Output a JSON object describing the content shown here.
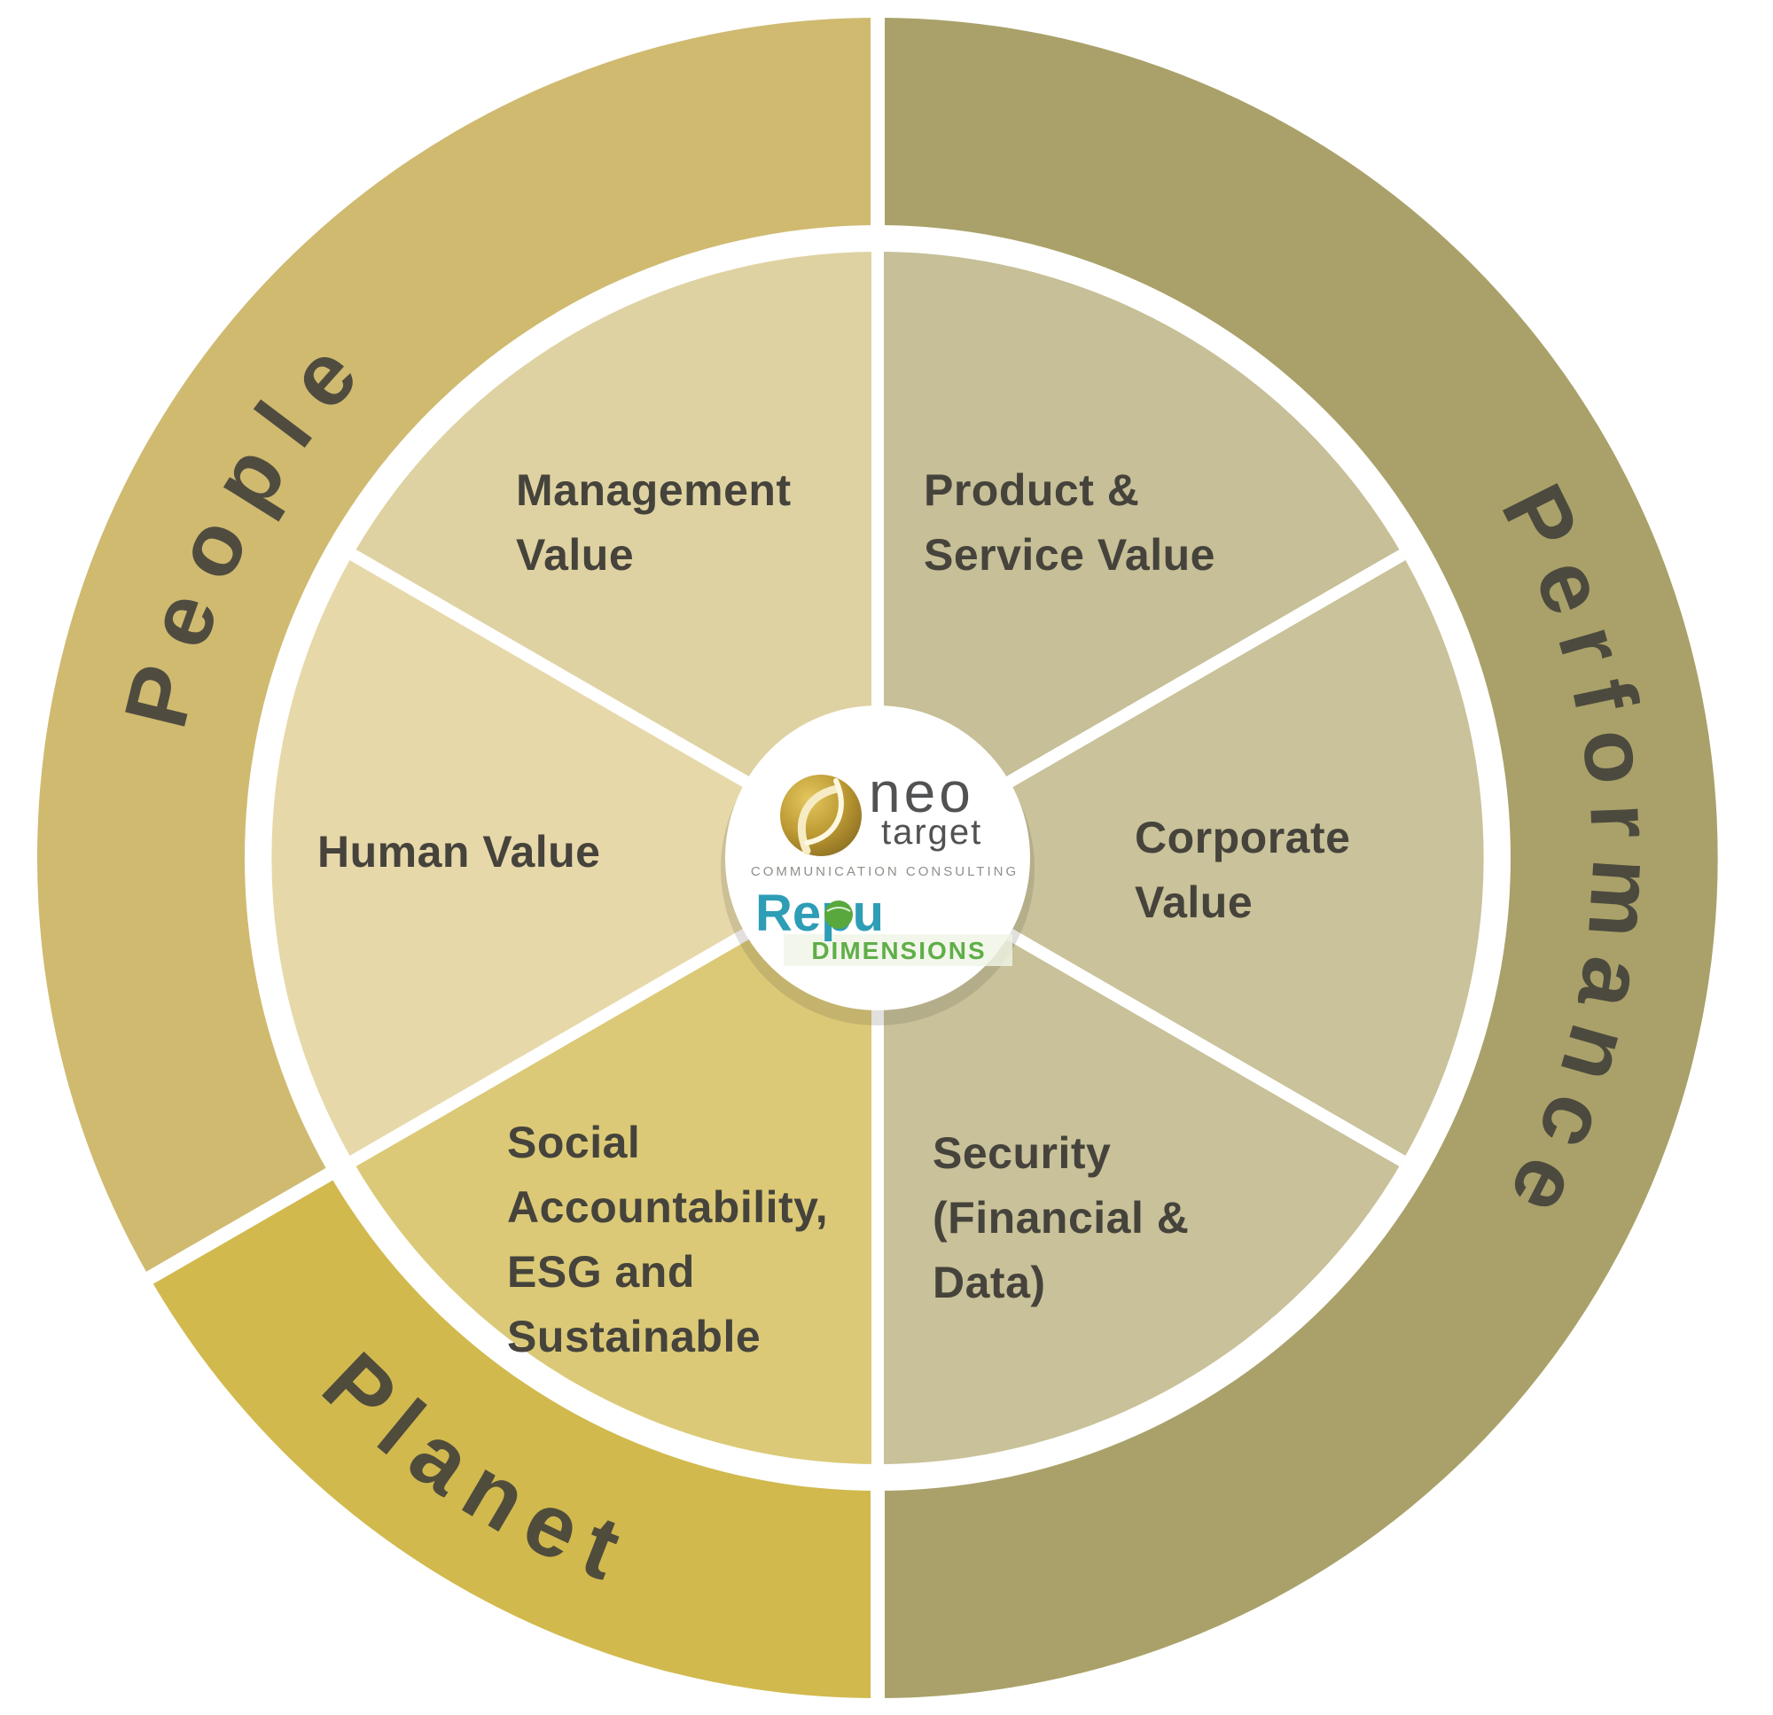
{
  "label_text_color": "#45433b",
  "divider_color": "#ffffff",
  "outer_ring": {
    "segments": [
      {
        "id": "people",
        "label": "People",
        "color": "#cfba70"
      },
      {
        "id": "performance",
        "label": "Performance",
        "color": "#a9a169"
      },
      {
        "id": "planet",
        "label": "Planet",
        "color": "#d1b94e"
      }
    ]
  },
  "wheel": {
    "sectors": [
      {
        "id": "management-value",
        "lines": [
          "Management",
          "Value"
        ],
        "color": "#dfd2a2"
      },
      {
        "id": "product-service-value",
        "lines": [
          "Product &",
          "Service Value"
        ],
        "color": "#c6bf97"
      },
      {
        "id": "corporate-value",
        "lines": [
          "Corporate",
          "Value"
        ],
        "color": "#c9c29a"
      },
      {
        "id": "security-financial-data",
        "lines": [
          "Security",
          "(Financial &",
          "Data)"
        ],
        "color": "#c8c199"
      },
      {
        "id": "social-accountability",
        "lines": [
          "Social",
          "Accountability,",
          "ESG and",
          "Sustainable"
        ],
        "color": "#dbc977"
      },
      {
        "id": "human-value",
        "lines": [
          "Human Value"
        ],
        "color": "#e7d8a9"
      }
    ]
  },
  "center_logo": {
    "brand_line1": "neo",
    "brand_line2": "target",
    "tagline": "COMMUNICATION CONSULTING",
    "product_line1": "Repu",
    "product_line2": "DIMENSIONS",
    "colors": {
      "brand_text": "#515254",
      "tagline_text": "#8f8f8a",
      "repu_teal": "#2e9db6",
      "globe_green": "#58a83e",
      "dimensions_green": "#5fae49",
      "band_fill": "#f0f5e6",
      "gold_light": "#e3c75e",
      "gold_mid": "#bd9a33",
      "gold_dark": "#8a6d22",
      "disc_fill": "#ffffff"
    }
  }
}
